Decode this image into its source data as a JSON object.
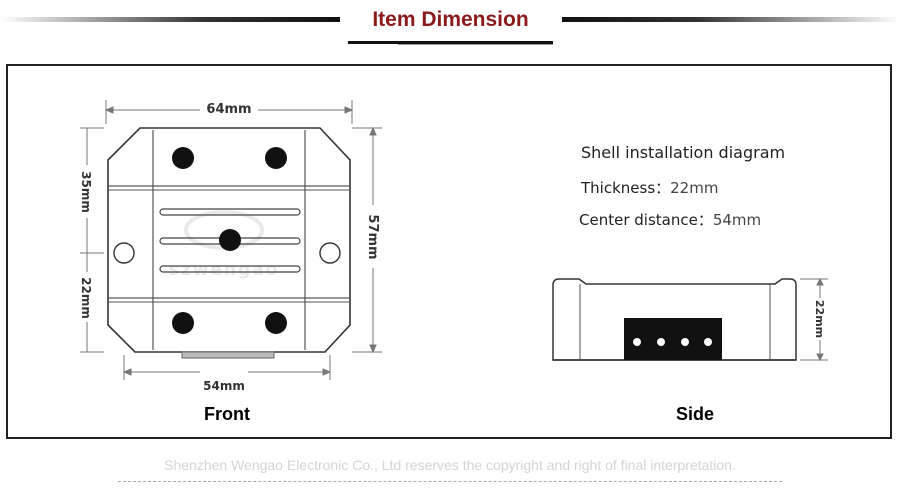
{
  "header": {
    "title": "Item Dimension"
  },
  "front": {
    "label": "Front",
    "dim_top": "64mm",
    "dim_bottom": "54mm",
    "dim_left_upper": "35mm",
    "dim_left_lower": "22mm",
    "dim_right": "57mm",
    "watermark": "szwengao"
  },
  "side": {
    "label": "Side",
    "title": "Shell installation diagram",
    "thickness_label": "Thickness：",
    "thickness_value": "22mm",
    "center_label": "Center distance：",
    "center_value": "54mm",
    "dim_right": "22mm"
  },
  "footer": {
    "text": "Shenzhen Wengao Electronic Co., Ltd reserves the copyright and right of final interpretation."
  },
  "colors": {
    "title": "#8b1a1a",
    "footer": "#d4d4d4"
  }
}
